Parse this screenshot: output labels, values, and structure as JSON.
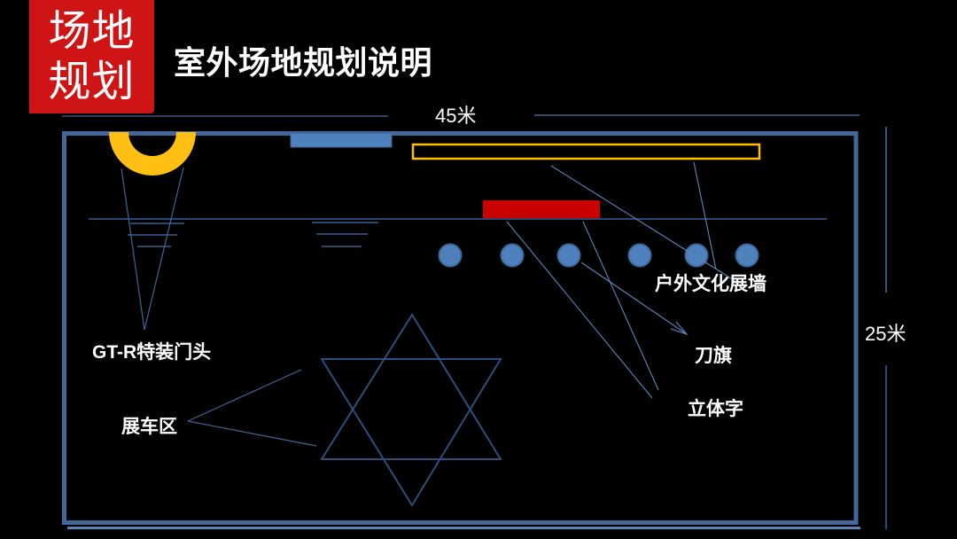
{
  "slide": {
    "badge": {
      "line1": "场地",
      "line2": "规划"
    },
    "title": "室外场地规划说明",
    "dimensions": {
      "width_label": "45米",
      "height_label": "25米"
    },
    "plan_labels": {
      "entrance": "GT-R特装门头",
      "car_display": "展车区",
      "culture_wall": "户外文化展墙",
      "blade_flags": "刀旗",
      "solid_letters": "立体字"
    },
    "legend": {
      "entrance-arch-shape": "GT-R特装门头 (gold arch at entrance)",
      "culture-wall-shape": "户外文化展墙 (orange outlined banner)",
      "solid-letters-sign-shape": "立体字 (red sign)",
      "blade-flag-dot": "刀旗 (blue flag dots)",
      "car-display-star-shape": "展车区 (hexagram car display area)"
    },
    "colors": {
      "badge_red": "#ce1414",
      "sign_red": "#c90101",
      "arch_gold": "#ffc013",
      "banner_orange": "#ffc000",
      "shape_blue": "#4f81bd",
      "boundary_blue": "#45689a",
      "line_blue": "#3a5f94",
      "callout_blue": "#5d86ba",
      "star_blue": "#2e4e7c",
      "text_white": "#ffffff",
      "background": "#000000"
    }
  }
}
